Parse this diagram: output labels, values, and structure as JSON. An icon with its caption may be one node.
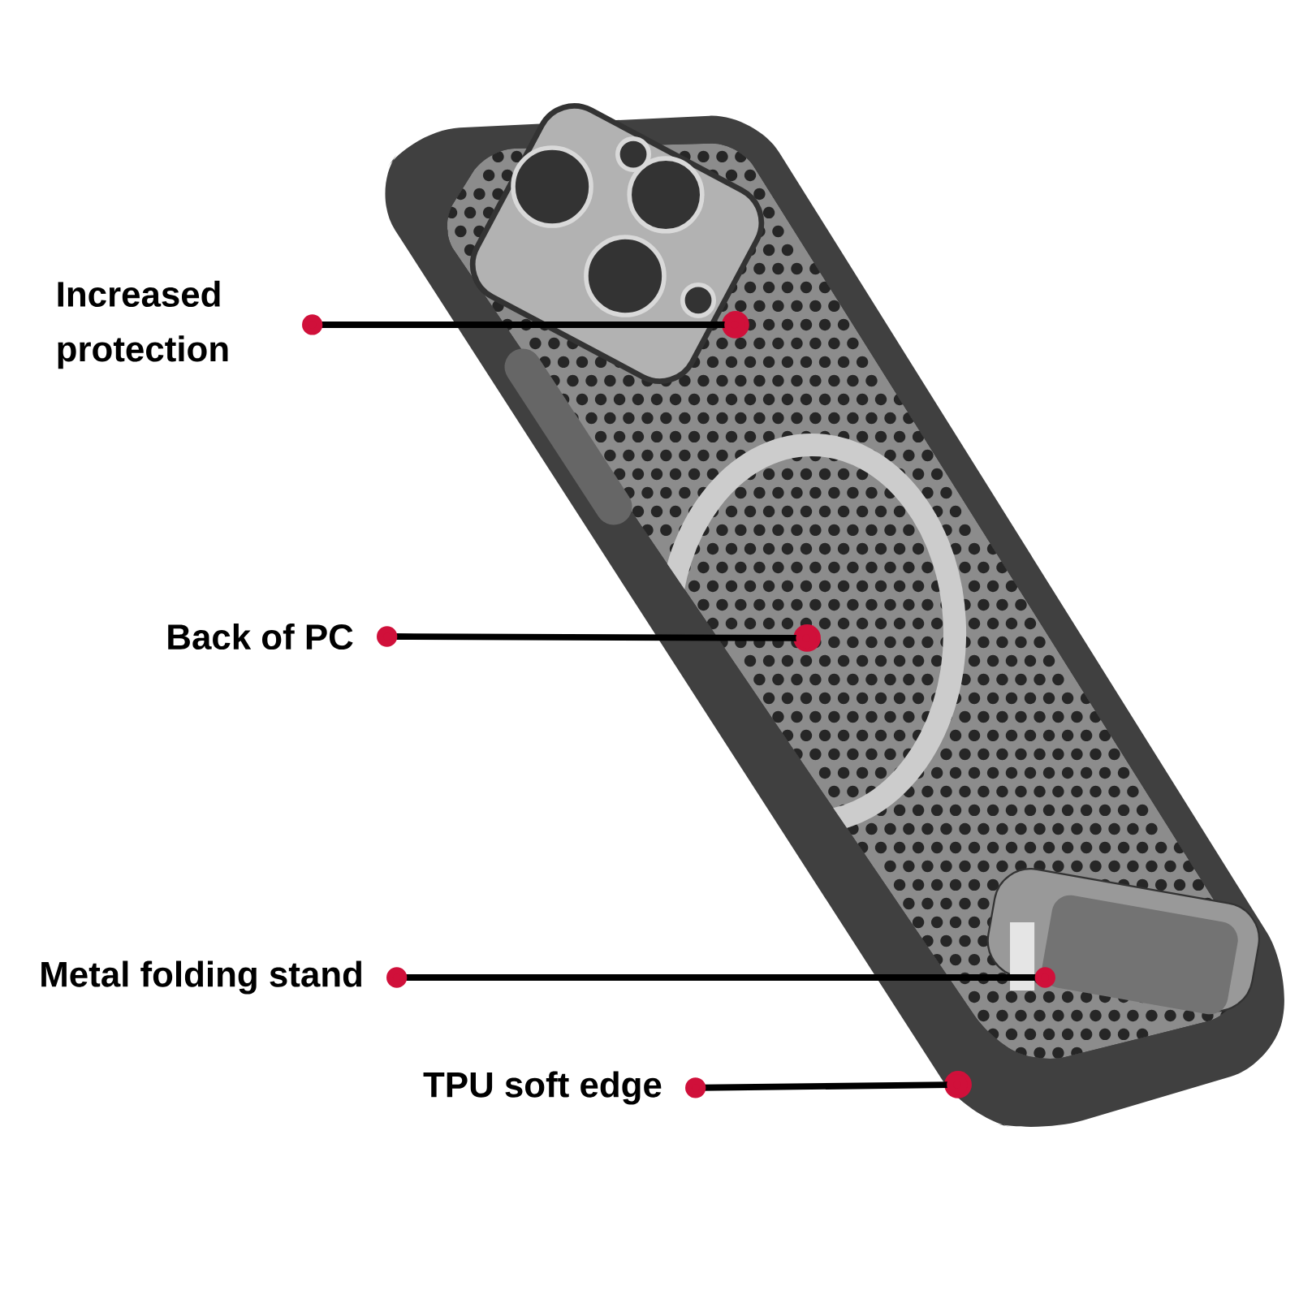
{
  "diagram": {
    "nodes": [
      {
        "text": [
          "Increased protection"
        ]
      },
      {
        "text": [
          "Back of PC"
        ]
      },
      {
        "text": [
          "Metal folding stand"
        ]
      },
      {
        "text": [
          "TPU soft edge"
        ]
      },
      {
        "text": [],
        "shape": "circle"
      },
      {
        "text": [],
        "shape": "circle"
      },
      {
        "text": [],
        "shape": "box"
      },
      {
        "text": [],
        "shape": "circle"
      }
    ],
    "edges": [
      {
        "from": 0,
        "to": 4,
        "arrow": "other"
      },
      {
        "from": 1,
        "to": 5,
        "arrow": "other"
      },
      {
        "from": 2,
        "to": 6,
        "arrow": "other"
      },
      {
        "from": 3,
        "to": 7,
        "arrow": "other"
      }
    ]
  }
}
